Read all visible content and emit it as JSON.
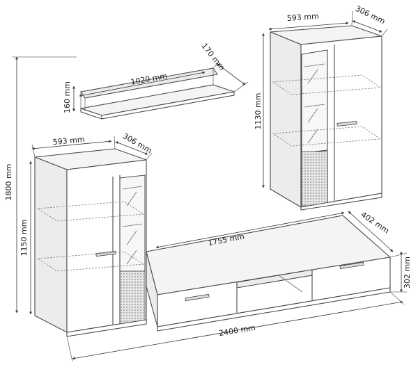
{
  "dimensions": {
    "shelf_width": "1020 mm",
    "shelf_depth": "170 mm",
    "shelf_height": "160 mm",
    "right_cabinet_width": "593 mm",
    "right_cabinet_depth": "306 mm",
    "right_cabinet_height": "1130 mm",
    "left_cabinet_width": "593 mm",
    "left_cabinet_depth": "306 mm",
    "left_cabinet_height": "1150 mm",
    "total_height": "1800 mm",
    "tv_unit_width": "1755 mm",
    "tv_unit_depth": "402 mm",
    "tv_unit_height": "302 mm",
    "total_width": "2400 mm"
  },
  "colors": {
    "line": "#4a4a4a",
    "background": "#ffffff"
  },
  "icons": {
    "dimension_arrow": "arrowhead"
  }
}
